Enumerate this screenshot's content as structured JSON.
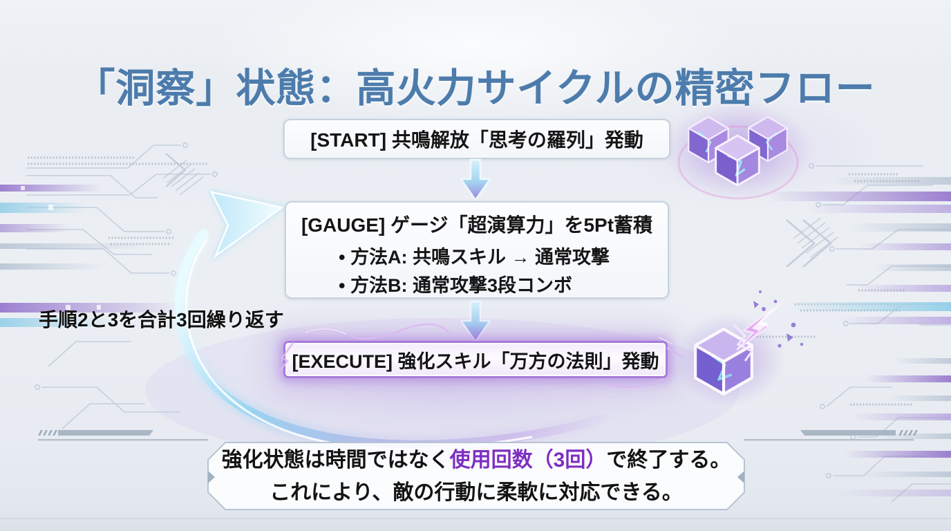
{
  "title": "「洞察」状態：高火力サイクルの精密フロー",
  "flow": {
    "start_box": {
      "label": "[START] 共鳴解放「思考の羅列」発動"
    },
    "gauge_box": {
      "heading": "[GAUGE] ゲージ「超演算力」を5Pt蓄積",
      "bullets": [
        "• 方法A: 共鳴スキル → 通常攻撃",
        "• 方法B: 通常攻撃3段コンボ"
      ]
    },
    "execute_box": {
      "label": "[EXECUTE] 強化スキル「万方の法則」発動"
    },
    "loop_label": "手順2と3を合計3回繰り返す"
  },
  "note": {
    "line1_prefix": "強化状態は時間ではなく",
    "line1_highlight": "使用回数（3回）",
    "line1_suffix": "で終了する。",
    "line2": "これにより、敵の行動に柔軟に対応できる。"
  },
  "icons": {
    "down_arrow": "down-arrow",
    "cycle_arrow": "cycle-arrow",
    "crystal_cubes": "crystal-cubes",
    "shattered_cube": "shattered-cube-lightning"
  },
  "colors": {
    "title_blue": "#4d7cac",
    "text_black": "#151515",
    "highlight_purple": "#7d2ec0",
    "execute_glow": "#a77bd8",
    "arrow_cyan": "#a8dff5",
    "arrow_violet": "#8f7ad8",
    "background": "#e9edf2"
  }
}
